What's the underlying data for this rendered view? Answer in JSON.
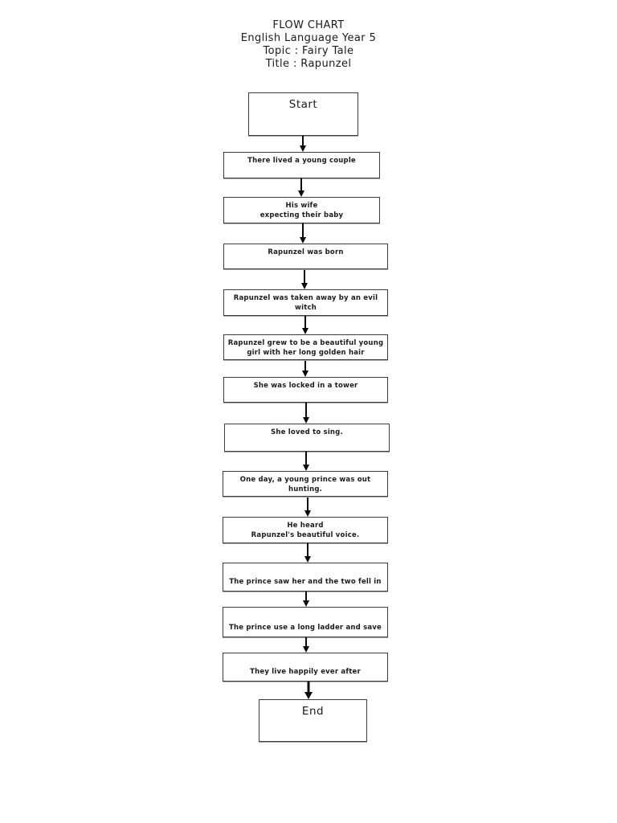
{
  "document": {
    "header_lines": [
      "FLOW CHART",
      "English Language Year 5",
      "Topic : Fairy Tale",
      "Title : Rapunzel"
    ]
  },
  "flowchart": {
    "nodes": [
      {
        "id": "start",
        "type": "terminal",
        "text": "Start"
      },
      {
        "id": "step-1",
        "type": "process",
        "text": "There lived a young couple"
      },
      {
        "id": "step-2",
        "type": "process",
        "text": "His wife\nexpecting their baby"
      },
      {
        "id": "step-3",
        "type": "process",
        "text": "Rapunzel was born"
      },
      {
        "id": "step-4",
        "type": "process",
        "text": "Rapunzel was taken away by an evil\nwitch"
      },
      {
        "id": "step-5",
        "type": "process",
        "text": "Rapunzel grew to be a beautiful young\ngirl with her long golden hair"
      },
      {
        "id": "step-6",
        "type": "process",
        "text": "She was locked in a tower"
      },
      {
        "id": "step-7",
        "type": "process",
        "text": "She loved to sing."
      },
      {
        "id": "step-8",
        "type": "process",
        "text": "One day, a young prince was out\nhunting."
      },
      {
        "id": "step-9",
        "type": "process",
        "text": "He heard\nRapunzel's beautiful voice."
      },
      {
        "id": "step-10",
        "type": "process",
        "text": "The prince saw her and the two fell in"
      },
      {
        "id": "step-11",
        "type": "process",
        "text": "The prince use a long ladder and save"
      },
      {
        "id": "step-12",
        "type": "process",
        "text": "They live happily ever after"
      },
      {
        "id": "end",
        "type": "terminal",
        "text": "End"
      }
    ]
  },
  "colors": {
    "page_background": "#ffffff",
    "box_border": "#3d3d3d",
    "text": "#1b1b1b",
    "arrow": "#0a0a0a"
  }
}
